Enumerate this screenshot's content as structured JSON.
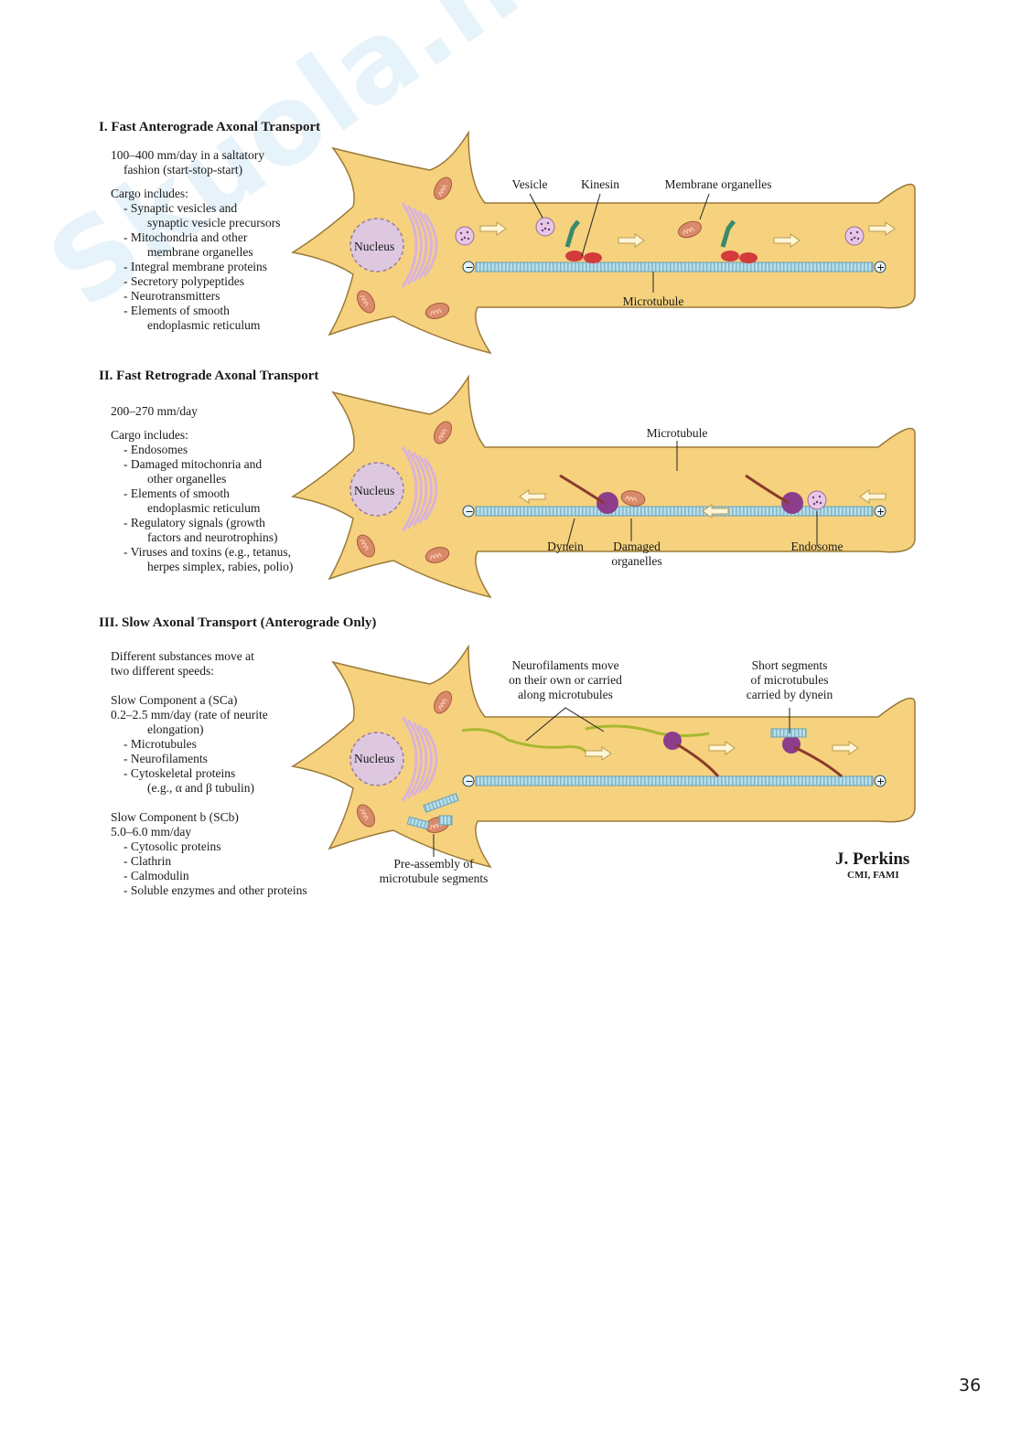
{
  "watermark": "Skuola.net",
  "sections": [
    {
      "title": "I. Fast Anterograde Axonal Transport",
      "lines": [
        "100–400 mm/day in a saltatory",
        "fashion (start-stop-start)"
      ],
      "cargo_heading": "Cargo includes:",
      "cargo": [
        [
          "- Synaptic vesicles and",
          "synaptic vesicle precursors"
        ],
        [
          "- Mitochondria and other",
          "membrane organelles"
        ],
        [
          "- Integral membrane proteins"
        ],
        [
          "- Secretory polypeptides"
        ],
        [
          "- Neurotransmitters"
        ],
        [
          "- Elements of smooth",
          "endoplasmic reticulum"
        ]
      ],
      "labels": {
        "nucleus": "Nucleus",
        "vesicle": "Vesicle",
        "kinesin": "Kinesin",
        "membrane_organelles": "Membrane organelles",
        "microtubule": "Microtubule"
      }
    },
    {
      "title": "II. Fast Retrograde Axonal Transport",
      "lines": [
        "200–270 mm/day"
      ],
      "cargo_heading": "Cargo includes:",
      "cargo": [
        [
          "- Endosomes"
        ],
        [
          "- Damaged mitochonria and",
          "other organelles"
        ],
        [
          "- Elements of smooth",
          "endoplasmic reticulum"
        ],
        [
          "- Regulatory signals (growth",
          "factors and neurotrophins)"
        ],
        [
          "- Viruses and toxins (e.g., tetanus,",
          "herpes simplex, rabies, polio)"
        ]
      ],
      "labels": {
        "nucleus": "Nucleus",
        "microtubule": "Microtubule",
        "dynein": "Dynein",
        "damaged_organelles": [
          "Damaged",
          "organelles"
        ],
        "endosome": "Endosome"
      }
    },
    {
      "title": "III. Slow Axonal Transport (Anterograde Only)",
      "lines": [
        "Different substances move at",
        "two different speeds:"
      ],
      "sca": [
        "Slow Component a (SCa)",
        "0.2–2.5 mm/day (rate of neurite",
        "elongation)"
      ],
      "sca_items": [
        "- Microtubules",
        "- Neurofilaments",
        "- Cytoskeletal proteins",
        "(e.g., α and β tubulin)"
      ],
      "scb": [
        "Slow Component b (SCb)",
        "5.0–6.0 mm/day"
      ],
      "scb_items": [
        "- Cytosolic proteins",
        "- Clathrin",
        "- Calmodulin",
        "- Soluble enzymes and other proteins"
      ],
      "labels": {
        "nucleus": "Nucleus",
        "neurofilaments": [
          "Neurofilaments move",
          "on their own or carried",
          "along microtubules"
        ],
        "short_segments": [
          "Short segments",
          "of microtubules",
          "carried by dynein"
        ],
        "preassembly": [
          "Pre-assembly of",
          "microtubule segments"
        ]
      }
    }
  ],
  "signature": {
    "name": "J. Perkins",
    "credentials": "CMI, FAMI"
  },
  "page_number": "36",
  "colors": {
    "cytoplasm": "#f6d27e",
    "outline": "#9a7a3a",
    "microtubule": "#a8d4e2",
    "nucleus": "#ddc8e0",
    "mitochondria": "#d98a6a",
    "kinesin": "#d33a3a",
    "dynein": "#8c3e8c",
    "neurofilament": "#a8b830"
  }
}
